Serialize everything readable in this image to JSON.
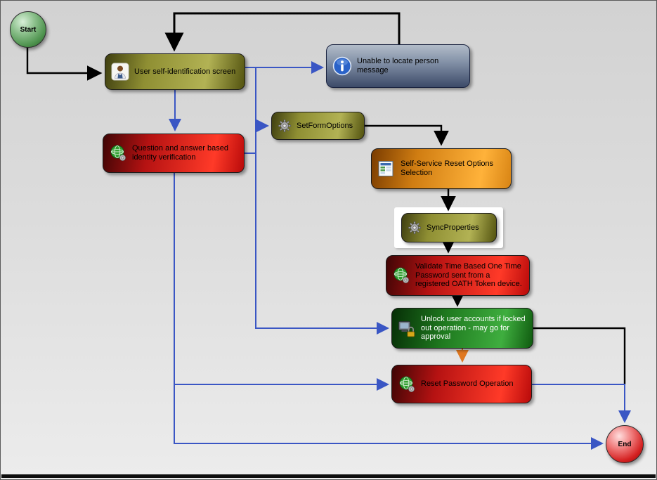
{
  "diagram": {
    "kind": "workflow-flowchart",
    "nodes": {
      "start": {
        "label": "Start",
        "shape": "circle",
        "icon": "start-circle"
      },
      "user_self_id": {
        "label": "User self-identification screen",
        "color_class": "olive",
        "icon": "person-icon"
      },
      "unable_locate": {
        "label": "Unable to locate person message",
        "color_class": "bluegray",
        "icon": "info-icon"
      },
      "set_form_options": {
        "label": "SetFormOptions",
        "color_class": "olive",
        "icon": "gear-icon"
      },
      "qa_verification": {
        "label": "Question and answer based identity verification",
        "color_class": "red",
        "icon": "globe-gear-icon"
      },
      "self_service_options": {
        "label": "Self-Service Reset Options Selection",
        "color_class": "orange",
        "icon": "form-icon"
      },
      "sync_properties": {
        "label": "SyncProperties",
        "color_class": "olive",
        "icon": "gear-icon",
        "selected": true
      },
      "validate_totp": {
        "label": "Validate Time Based One Time Password sent from a registered OATH Token device.",
        "color_class": "red",
        "icon": "globe-gear-icon"
      },
      "unlock_accounts": {
        "label": "Unlock user accounts if locked out operation - may go for approval",
        "color_class": "green",
        "icon": "lock-icon"
      },
      "reset_password": {
        "label": "Reset Password Operation",
        "color_class": "red",
        "icon": "globe-gear-icon"
      },
      "end": {
        "label": "End",
        "shape": "circle",
        "icon": "end-circle"
      }
    },
    "edges": [
      {
        "from": "start",
        "to": "user_self_id",
        "color": "black"
      },
      {
        "from": "unable_locate",
        "to": "user_self_id",
        "color": "black"
      },
      {
        "from": "user_self_id",
        "to": "unable_locate",
        "color": "blue"
      },
      {
        "from": "user_self_id",
        "to": "set_form_options",
        "color": "blue"
      },
      {
        "from": "user_self_id",
        "to": "qa_verification",
        "color": "blue"
      },
      {
        "from": "qa_verification",
        "to": "set_form_options",
        "color": "blue"
      },
      {
        "from": "set_form_options",
        "to": "self_service_options",
        "color": "black"
      },
      {
        "from": "self_service_options",
        "to": "sync_properties",
        "color": "black"
      },
      {
        "from": "sync_properties",
        "to": "validate_totp",
        "color": "black"
      },
      {
        "from": "validate_totp",
        "to": "unlock_accounts",
        "color": "black"
      },
      {
        "from": "qa_verification",
        "to": "unlock_accounts",
        "color": "blue"
      },
      {
        "from": "unlock_accounts",
        "to": "reset_password",
        "color": "orange"
      },
      {
        "from": "qa_verification",
        "to": "reset_password",
        "color": "blue"
      },
      {
        "from": "unlock_accounts",
        "to": "end",
        "color": "black"
      },
      {
        "from": "reset_password",
        "to": "end",
        "color": "blue"
      },
      {
        "from": "qa_verification",
        "to": "end",
        "color": "blue"
      }
    ],
    "colors": {
      "edge_black": "#000000",
      "edge_blue": "#3a56c4",
      "edge_orange": "#e07820",
      "node_olive": "#8f8f33",
      "node_red": "#cc1111",
      "node_bluegray": "#5a6a8a",
      "node_orange": "#e8921a",
      "node_green": "#1f7a1f",
      "start_green": "#4e934e",
      "end_red": "#d42020",
      "selection_highlight": "#ffffff",
      "background": "#dcdcdc"
    }
  }
}
